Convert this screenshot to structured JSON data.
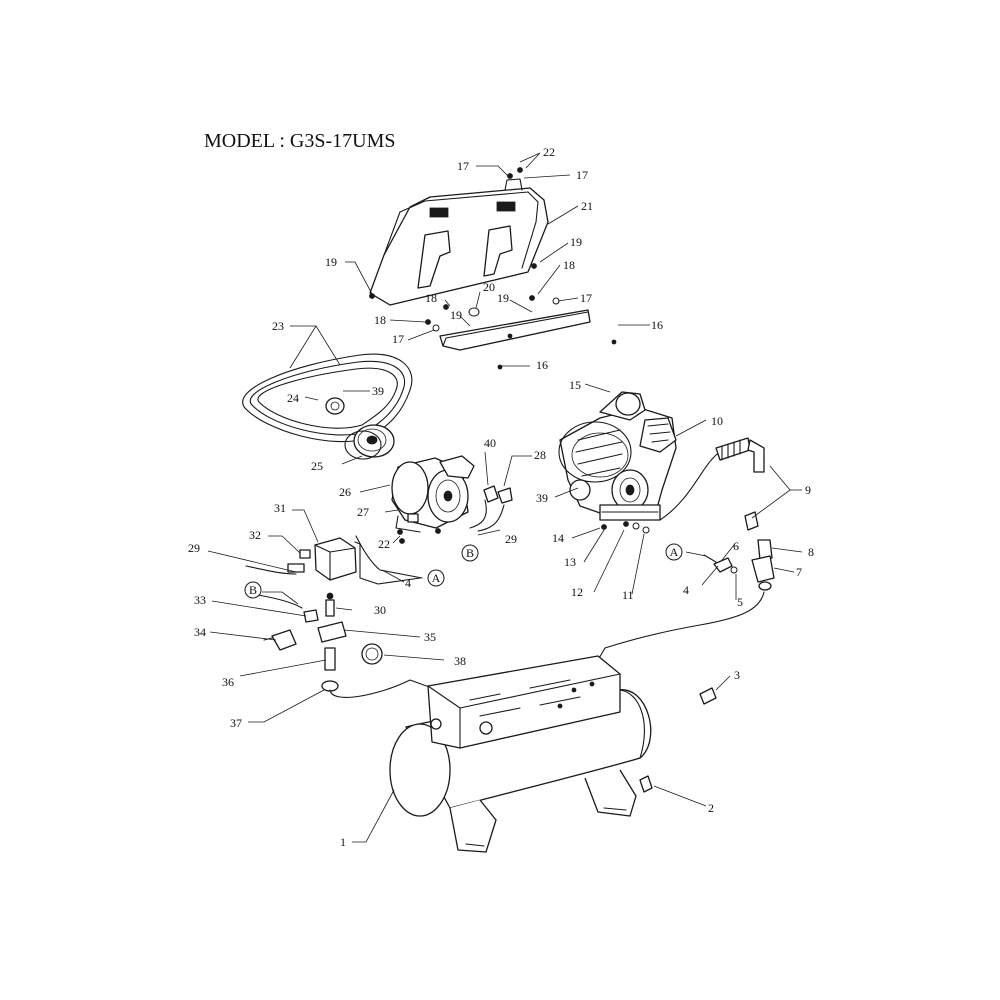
{
  "title": "MODEL : G3S-17UMS",
  "connectors": [
    "A",
    "B"
  ],
  "part_labels": [
    "1",
    "2",
    "3",
    "4",
    "5",
    "6",
    "7",
    "8",
    "9",
    "10",
    "11",
    "12",
    "13",
    "14",
    "15",
    "16",
    "17",
    "18",
    "19",
    "20",
    "21",
    "22",
    "23",
    "24",
    "25",
    "26",
    "27",
    "28",
    "29",
    "30",
    "31",
    "32",
    "33",
    "34",
    "35",
    "36",
    "37",
    "38",
    "39",
    "40"
  ],
  "colors": {
    "ink": "#1a1a1a",
    "background": "#ffffff"
  }
}
